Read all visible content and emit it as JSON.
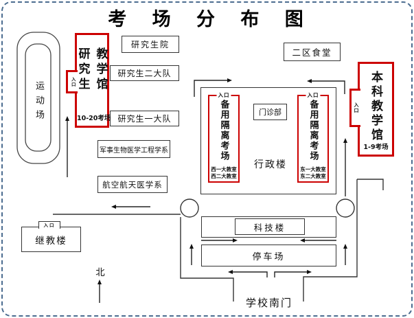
{
  "title": "考 场 分 布 图",
  "buildings": {
    "sports_field": "运动场",
    "graduate_school": "研究生院",
    "grad_brigade_2": "研究生二大队",
    "grad_brigade_1": "研究生一大队",
    "military_biomed_dept": "军事生物医学工程学系",
    "aerospace_med_dept": "航空航天医学系",
    "district2_canteen": "二区食堂",
    "outpatient_clinic": "门诊部",
    "admin_building": "行政楼",
    "scitech_building": "科技楼",
    "parking_lot": "停车场",
    "continuing_edu_building": "继教楼",
    "continuing_edu_entrance": "入口",
    "south_gate": "学校南门"
  },
  "venues": {
    "grad_hall": {
      "name_left_column": "研究生",
      "name_right_column": "教学馆",
      "rooms": "10-20考场",
      "entrance": "入口"
    },
    "undergrad_hall": {
      "name": "本科教学馆",
      "rooms": "1-9考场",
      "entrance": "入口"
    },
    "west_isolation": {
      "name": "备用隔离考场",
      "entrance": "入口",
      "rooms": [
        "西一大教室",
        "西二大教室"
      ]
    },
    "east_isolation": {
      "name": "备用隔离考场",
      "entrance": "入口",
      "rooms": [
        "东一大教室",
        "东二大教室"
      ]
    }
  },
  "compass": {
    "north_label": "北"
  },
  "colors": {
    "venue_border_red": "#cc0000",
    "line_color": "#222222",
    "page_border_blue": "#4a6b8f"
  }
}
